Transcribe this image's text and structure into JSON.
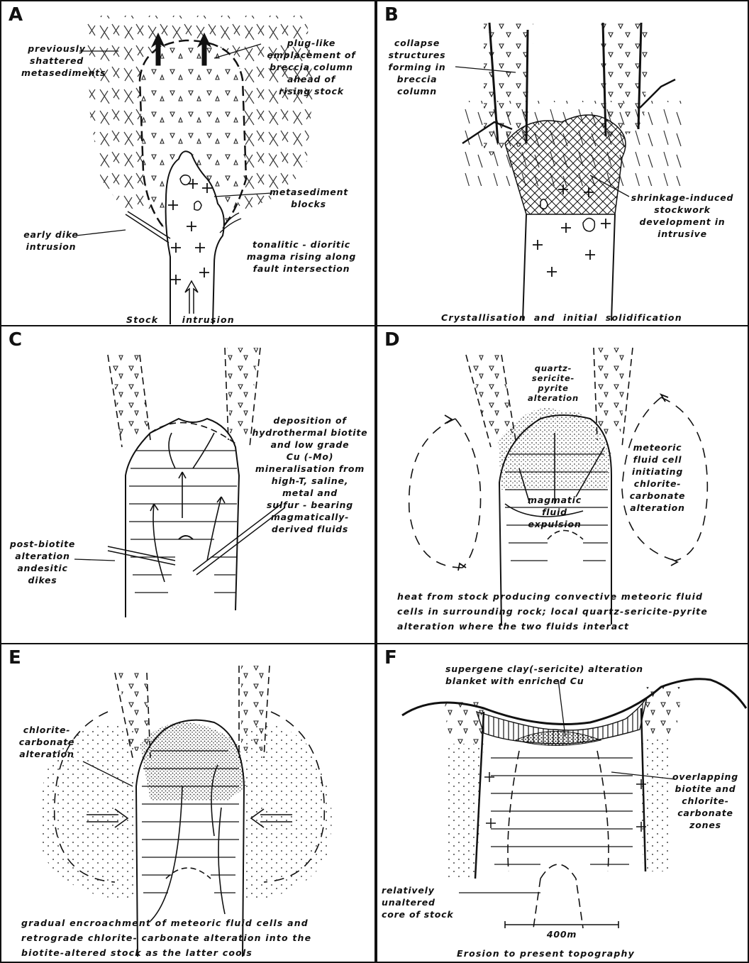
{
  "panels": {
    "A": {
      "letter": "A",
      "caption": "Stock      intrusion",
      "labels": {
        "shattered": "previously\nshattered\nmetasediments",
        "plug": "plug-like\nemplacement of\nbreccia column\nahead of\nrising stock",
        "blocks": "metasediment\nblocks",
        "dike": "early dike\nintrusion",
        "magma": "tonalitic - dioritic\nmagma rising along\nfault intersection"
      }
    },
    "B": {
      "letter": "B",
      "caption": "Crystallisation  and  initial  solidification",
      "labels": {
        "collapse": "collapse\nstructures\nforming in\nbreccia\ncolumn",
        "shrinkage": "shrinkage-induced\nstockwork\ndevelopment in\nintrusive"
      }
    },
    "C": {
      "letter": "C",
      "labels": {
        "deposition": "deposition of\nhydrothermal biotite\nand low grade\nCu (-Mo)\nmineralisation from\nhigh-T, saline,\nmetal and\nsulfur - bearing\nmagmatically-\nderived fluids",
        "postbiotite": "post-biotite\nalteration\nandesitic dikes"
      }
    },
    "D": {
      "letter": "D",
      "caption": "heat from stock producing convective meteoric fluid\ncells in surrounding rock; local quartz-sericite-pyrite\nalteration where the two fluids interact",
      "labels": {
        "qsp": "quartz-\nsericite-\npyrite\nalteration",
        "meteoric": "meteoric\nfluid cell\ninitiating\nchlorite-\ncarbonate\nalteration",
        "magmatic": "magmatic\nfluid\nexpulsion"
      }
    },
    "E": {
      "letter": "E",
      "caption": "gradual encroachment of meteoric fluid cells and\nretrograde chlorite- carbonate alteration into the\nbiotite-altered stock as the latter cools",
      "labels": {
        "chlorite": "chlorite-\ncarbonate\nalteration"
      }
    },
    "F": {
      "letter": "F",
      "caption": "Erosion to present topography",
      "labels": {
        "supergene": "supergene clay(-sericite) alteration\nblanket with enriched Cu",
        "overlapping": "overlapping\nbiotite and\nchlorite-\ncarbonate\nzones",
        "core": "relatively unaltered\ncore of stock",
        "scale": "400m"
      }
    }
  }
}
